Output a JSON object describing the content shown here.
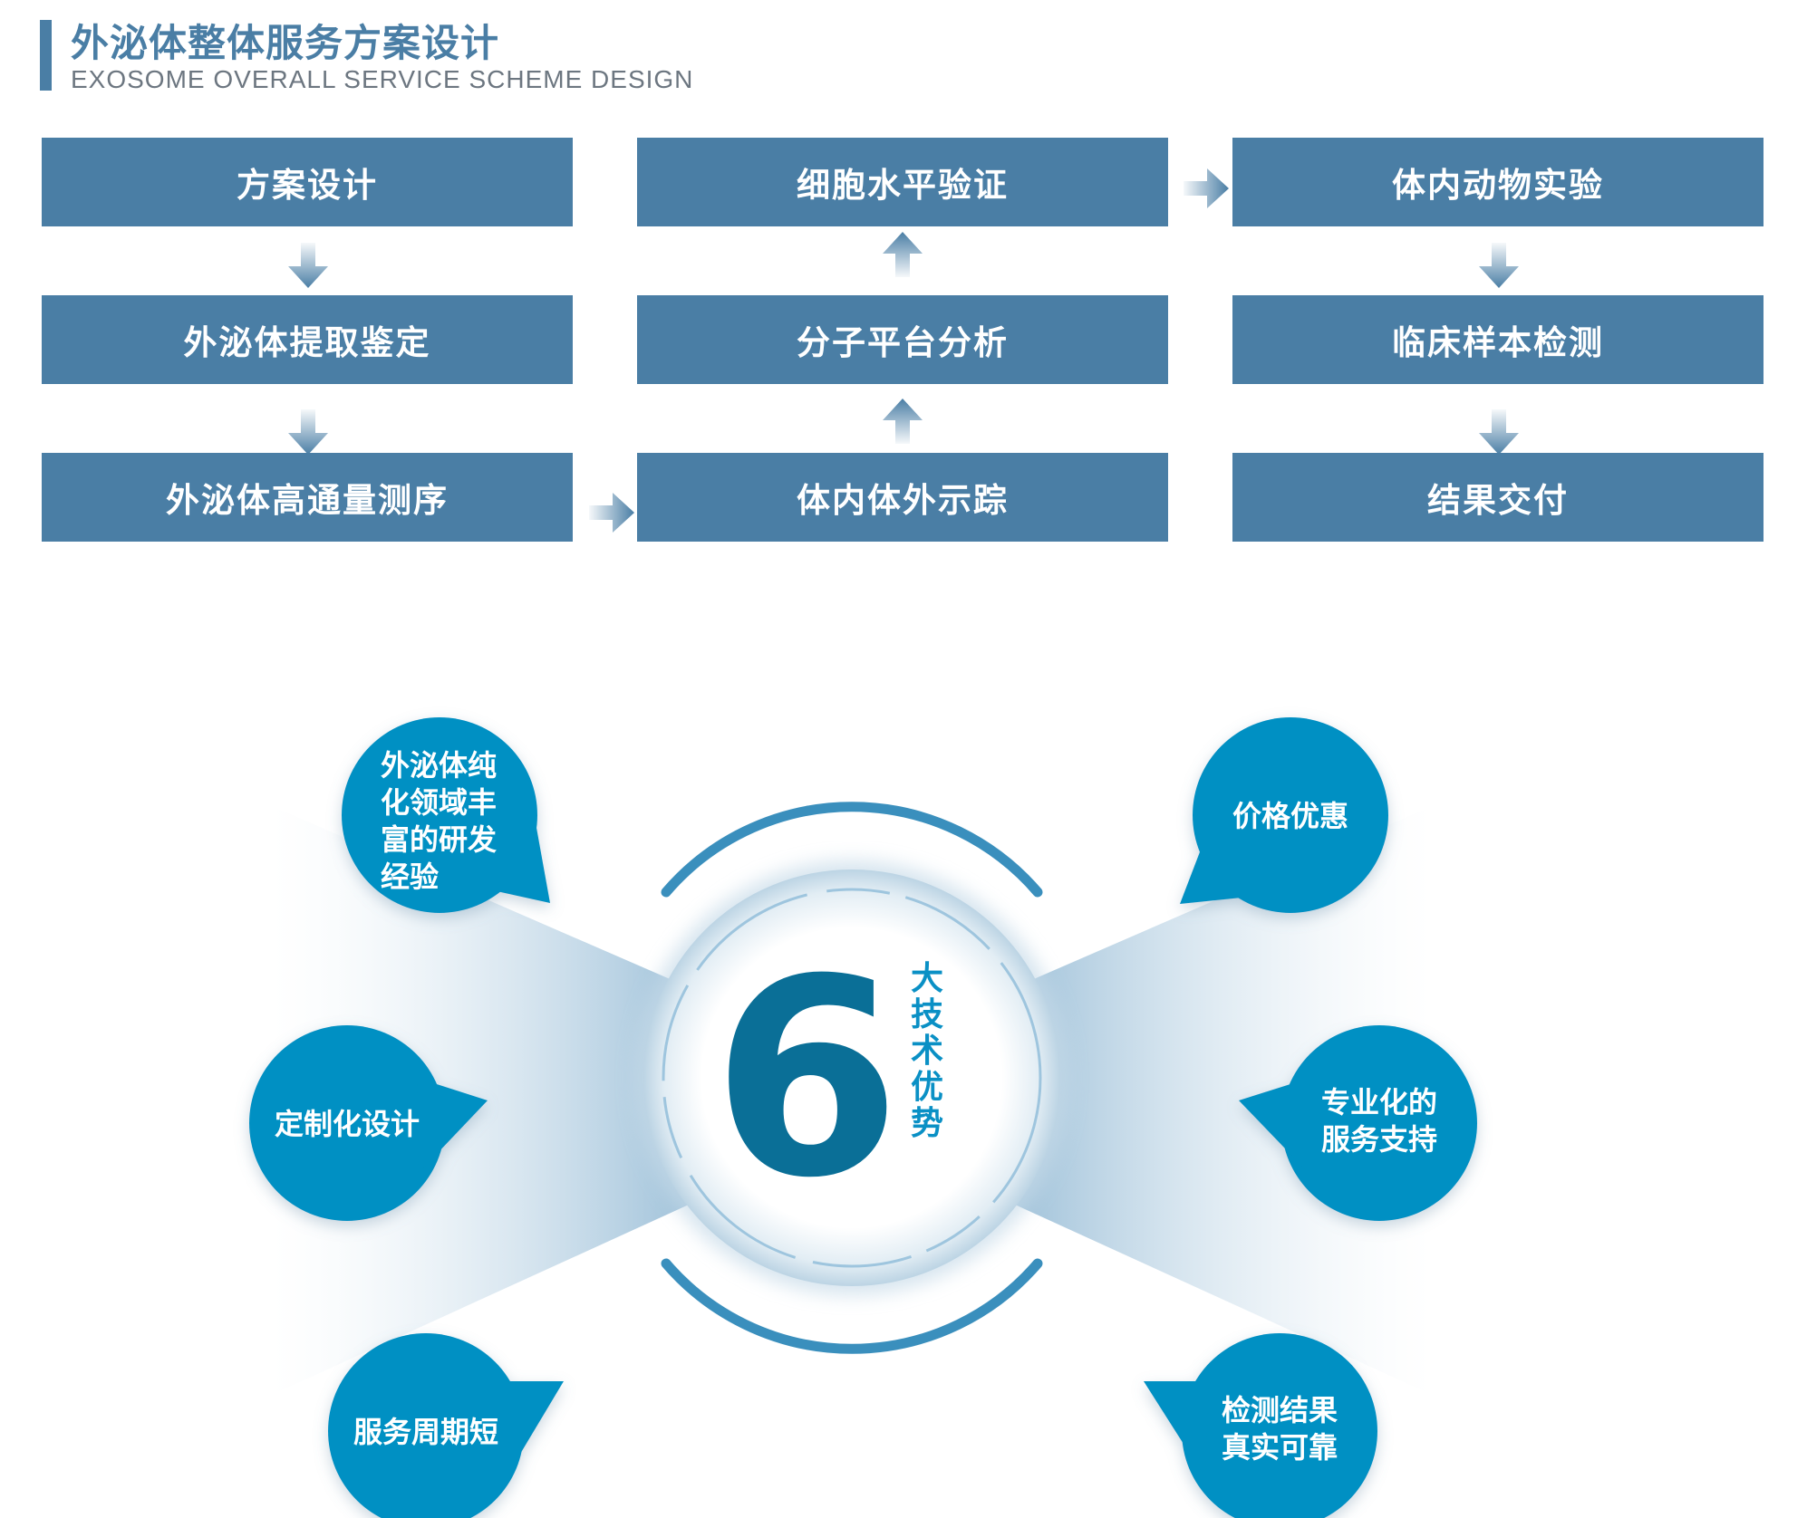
{
  "header": {
    "title": "外泌体整体服务方案设计",
    "subtitle": "EXOSOME OVERALL SERVICE SCHEME DESIGN"
  },
  "flow": {
    "steps": [
      "方案设计",
      "外泌体提取鉴定",
      "外泌体高通量测序",
      "体内体外示踪",
      "分子平台分析",
      "细胞水平验证",
      "体内动物实验",
      "临床样本检测",
      "结果交付"
    ]
  },
  "advantages": {
    "number": "6",
    "label": "大技术优势",
    "items": [
      [
        "外泌体纯",
        "化领域丰",
        "富的研发",
        "经验"
      ],
      [
        "定制化设计"
      ],
      [
        "服务周期短"
      ],
      [
        "价格优惠"
      ],
      [
        "专业化的",
        "服务支持"
      ],
      [
        "检测结果",
        "真实可靠"
      ]
    ]
  },
  "colors": {
    "box": "#4a7ea5",
    "bubble": "#0390c3",
    "number": "#0a6f97",
    "label": "#0a90c5"
  },
  "icons": {
    "flow_arrow": "chevron-arrow-icon"
  }
}
